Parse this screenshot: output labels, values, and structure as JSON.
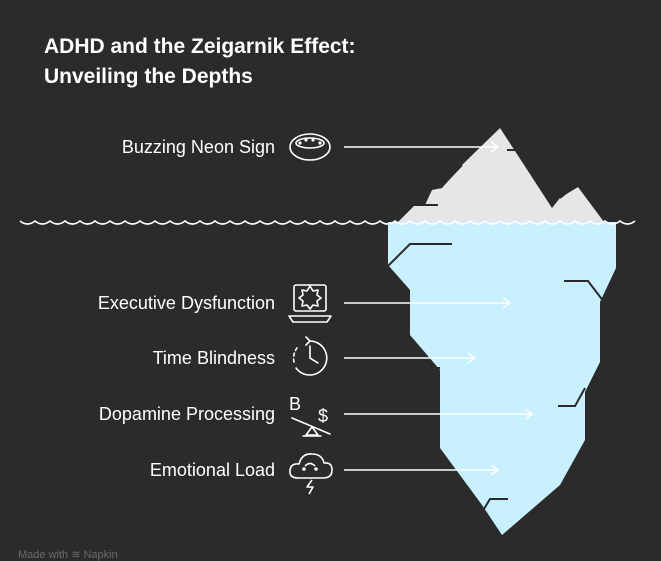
{
  "title_line1": "ADHD and the Zeigarnik Effect:",
  "title_line2": "Unveiling the Depths",
  "items": [
    {
      "label": "Buzzing Neon Sign",
      "icon": "neon-sign-icon",
      "zone": "above-water"
    },
    {
      "label": "Executive Dysfunction",
      "icon": "laptop-gear-icon",
      "zone": "below-water"
    },
    {
      "label": "Time Blindness",
      "icon": "clock-icon",
      "zone": "below-water"
    },
    {
      "label": "Dopamine Processing",
      "icon": "balance-scale-icon",
      "zone": "below-water"
    },
    {
      "label": "Emotional Load",
      "icon": "storm-cloud-icon",
      "zone": "below-water"
    }
  ],
  "watermark": "Made with ≋ Napkin",
  "colors": {
    "background": "#2b2b2b",
    "iceberg_top": "#e6e6e6",
    "iceberg_bottom": "#c8f0ff",
    "line": "#ffffff",
    "text": "#ffffff"
  }
}
